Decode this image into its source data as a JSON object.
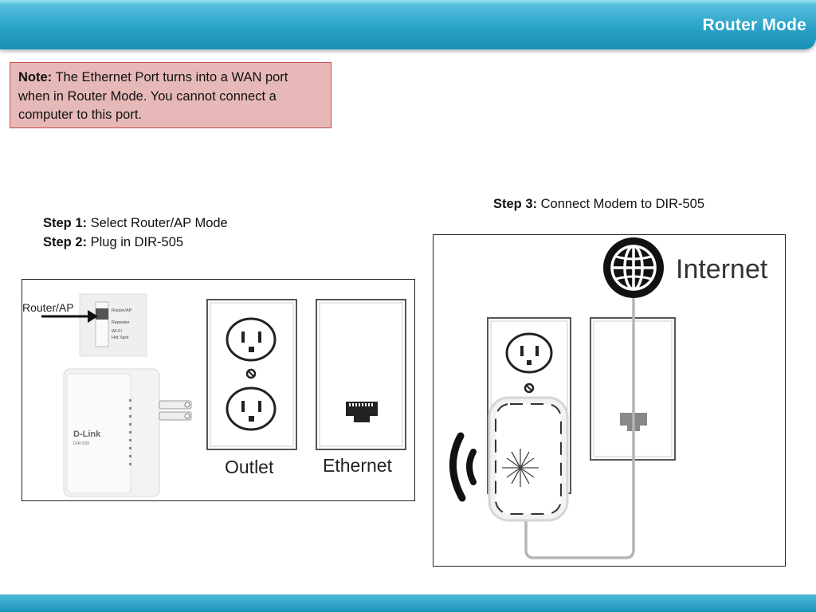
{
  "header": {
    "title": "Router Mode"
  },
  "note": {
    "label": "Note:",
    "text": " The Ethernet Port turns into a WAN port when in Router Mode. You cannot connect a computer to this port."
  },
  "steps": [
    {
      "label": "Step 1:",
      "text": " Select Router/AP Mode"
    },
    {
      "label": "Step 2:",
      "text": " Plug in DIR-505"
    },
    {
      "label": "Step 3:",
      "text": " Connect Modem to DIR-505"
    }
  ],
  "left_panel": {
    "switch_label": "Router/AP",
    "switch_options": [
      "Router/AP",
      "Repeater",
      "Wi-Fi",
      "Hot Spot"
    ],
    "device_brand": "D-Link",
    "device_model": "DIR-505",
    "outlet_label": "Outlet",
    "ethernet_label": "Ethernet"
  },
  "right_panel": {
    "internet_label": "Internet"
  },
  "colors": {
    "header": "#2aa3c8",
    "note_bg": "#e6b9b8",
    "note_border": "#c0504d",
    "cable": "#b5b5b5"
  }
}
